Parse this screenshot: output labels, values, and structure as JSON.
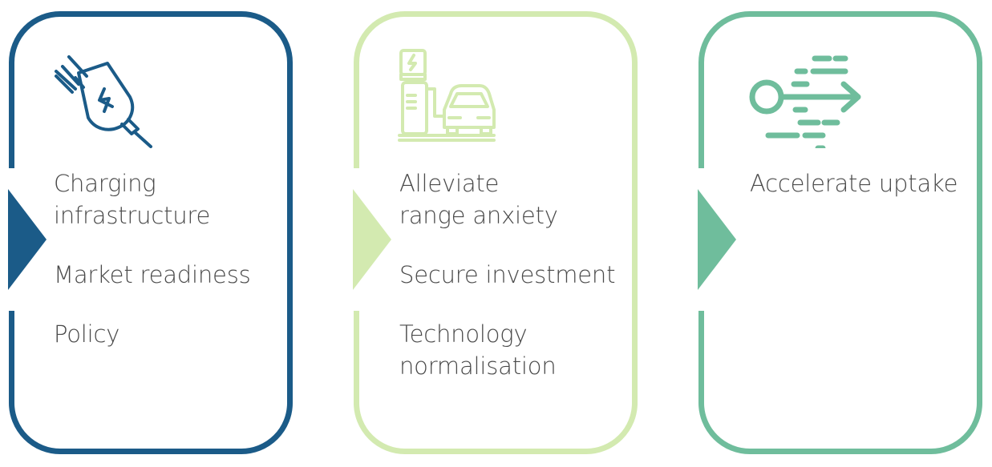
{
  "colors": {
    "card1": "#1b5b88",
    "card2": "#d3eab0",
    "card3": "#6fbd9c"
  },
  "cards": [
    {
      "icon": "plug-charging-icon",
      "items": [
        "Charging\ninfrastructure",
        "Market readiness",
        "Policy"
      ]
    },
    {
      "icon": "ev-charging-station-icon",
      "items": [
        "Alleviate\nrange anxiety",
        "Secure investment",
        "Technology\nnormalisation"
      ]
    },
    {
      "icon": "speed-arrow-icon",
      "items": [
        "Accelerate uptake"
      ]
    }
  ]
}
